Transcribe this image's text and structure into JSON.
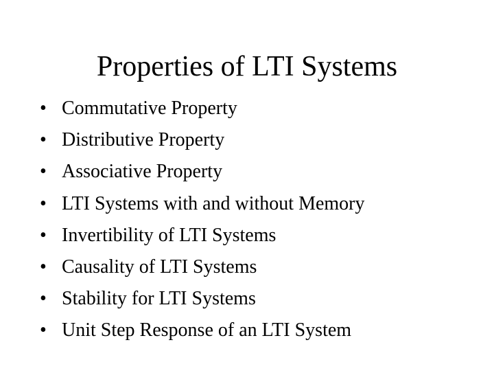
{
  "slide": {
    "title": "Properties of LTI Systems",
    "bullet_glyph": "•",
    "items": [
      "Commutative Property",
      "Distributive Property",
      "Associative Property",
      "LTI Systems with and without Memory",
      "Invertibility of LTI Systems",
      "Causality of LTI Systems",
      "Stability for LTI Systems",
      "Unit Step Response of an LTI System"
    ]
  },
  "colors": {
    "background": "#ffffff",
    "text": "#000000"
  }
}
